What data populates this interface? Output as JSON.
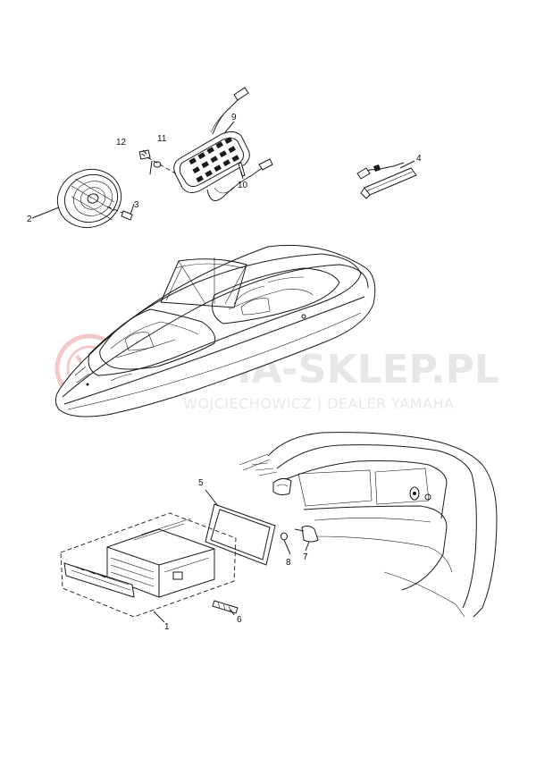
{
  "watermark": {
    "main": "YAMA-SKLEP.PL",
    "sub": "WOJCIECHOWICZ | DEALER YAMAHA",
    "logo_color": "#f3c9c9",
    "text_color": "#e7e7e7"
  },
  "callouts": {
    "c1": "1",
    "c2": "2",
    "c3": "3",
    "c4": "4",
    "c5": "5",
    "c6": "6",
    "c7": "7",
    "c8": "8",
    "c9": "9",
    "c10": "10",
    "c11": "11",
    "c12": "12"
  }
}
